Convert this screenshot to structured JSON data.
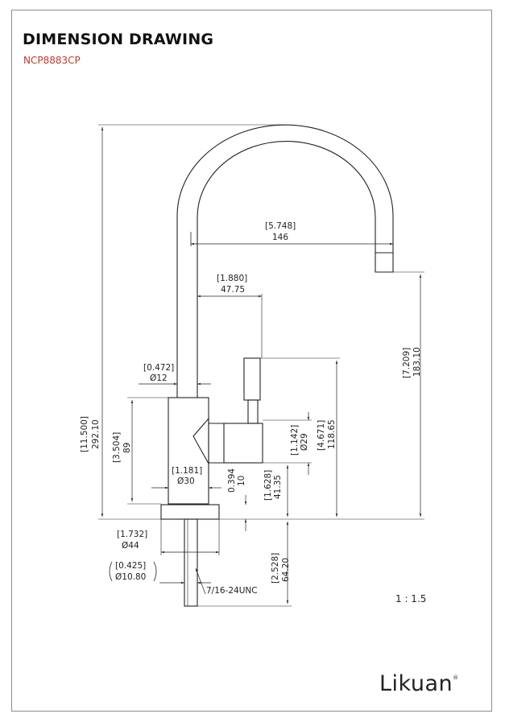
{
  "header": {
    "title": "DIMENSION DRAWING",
    "model": "NCP8883CP"
  },
  "scale": "1 : 1.5",
  "logo": {
    "text": "Likuan",
    "mark": "®"
  },
  "dimensions": {
    "overall_height": {
      "inch": "[11.500]",
      "mm": "292.10"
    },
    "spout_reach": {
      "inch": "[5.748]",
      "mm": "146"
    },
    "handle_offset": {
      "inch": "[1.880]",
      "mm": "47.75"
    },
    "outlet_height": {
      "inch": "[7.209]",
      "mm": "183.10"
    },
    "neck_dia": {
      "inch": "[0.472]",
      "mm": "Ø12"
    },
    "body_height": {
      "inch": "[3.504]",
      "mm": "89"
    },
    "handle_dia": {
      "inch": "[1.142]",
      "mm": "Ø29"
    },
    "handle_height": {
      "inch": "[4.671]",
      "mm": "118.65"
    },
    "body_dia": {
      "inch": "[1.181]",
      "mm": "Ø30"
    },
    "base_gap": {
      "inch": "0.394",
      "mm": "10"
    },
    "handle_axis": {
      "inch": "[1.628]",
      "mm": "41.35"
    },
    "base_dia": {
      "inch": "[1.732]",
      "mm": "Ø44"
    },
    "shank_dia": {
      "inch": "[0.425]",
      "mm": "Ø10.80"
    },
    "shank_length": {
      "inch": "[2.528]",
      "mm": "64.20"
    },
    "thread": "7/16-24UNC"
  }
}
